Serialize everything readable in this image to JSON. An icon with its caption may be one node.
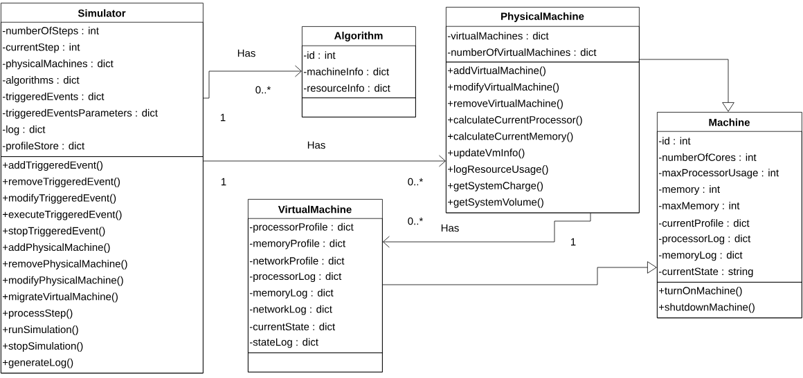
{
  "diagram": {
    "nodes": [
      {
        "text": [
          "Simulator"
        ]
      },
      {
        "text": [
          "-numberOfSteps : int",
          "-currentStep : int",
          "-physicalMachines : dict",
          "-algorithms : dict",
          "-triggeredEvents : dict",
          "-triggeredEventsParameters : dict",
          "-log : dict",
          "-profileStore : dict"
        ],
        "in": 0
      },
      {
        "text": [
          "+addTriggeredEvent()",
          "+removeTriggeredEvent()",
          "+modifyTriggeredEvent()",
          "+executeTriggeredEvent()",
          "+stopTriggeredEvent()",
          "+addPhysicalMachine()",
          "+removePhysicalMachine()",
          "+modifyPhysicalMachine()",
          "+migrateVirtualMachine()",
          "+processStep()",
          "+runSimulation()",
          "+stopSimulation()",
          "+generateLog()"
        ],
        "in": 0
      },
      {
        "text": [
          "Algorithm"
        ]
      },
      {
        "text": [
          "-id : int",
          "-machineInfo : dict",
          "-resourceInfo : dict"
        ],
        "in": 3
      },
      {
        "text": [],
        "shape": "box",
        "in": 3
      },
      {
        "text": [
          "PhysicalMachine"
        ]
      },
      {
        "text": [
          "-virtualMachines : dict",
          "-numberOfVirtualMachines : dict"
        ],
        "in": 6
      },
      {
        "text": [
          "+addVirtualMachine()",
          "+modifyVirtualMachine()",
          "+removeVirtualMachine()",
          "+calculateCurrentProcessor()",
          "+calculateCurrentMemory()",
          "+updateVmInfo()",
          "+logResourceUsage()",
          "+getSystemCharge()",
          "+getSystemVolume()"
        ],
        "in": 6
      },
      {
        "text": [
          "Machine"
        ]
      },
      {
        "text": [
          "-id : int",
          "-numberOfCores : int",
          "-maxProcessorUsage : int",
          "-memory : int",
          "-maxMemory : int",
          "-currentProfile : dict",
          "-processorLog : dict",
          "-memoryLog : dict",
          "-currentState : string"
        ],
        "in": 9
      },
      {
        "text": [
          "+turnOnMachine()",
          "+shutdownMachine()"
        ],
        "in": 9
      },
      {
        "text": [
          "VirtualMachine"
        ]
      },
      {
        "text": [
          "-processorProfile : dict",
          "-memoryProfile : dict",
          "-networkProfile : dict",
          "-processorLog : dict",
          "-memoryLog : dict",
          "-networkLog : dict",
          "-currentState : dict",
          "-stateLog : dict"
        ],
        "in": 12
      },
      {
        "text": [],
        "shape": "box",
        "in": 12
      }
    ],
    "edges": [
      {
        "from": 0,
        "to": 3,
        "arrow": "to",
        "label": "Has"
      },
      {
        "from": 0,
        "to": 6,
        "arrow": "to",
        "label": "Has"
      },
      {
        "from": 6,
        "to": 9,
        "arrow": "to"
      },
      {
        "from": 6,
        "to": 12,
        "arrow": "to",
        "label": "Has"
      },
      {
        "from": 12,
        "to": 9,
        "arrow": "to"
      }
    ],
    "labels": [
      "0..*",
      "1",
      "1",
      "0..*",
      "0..*",
      "1"
    ]
  }
}
